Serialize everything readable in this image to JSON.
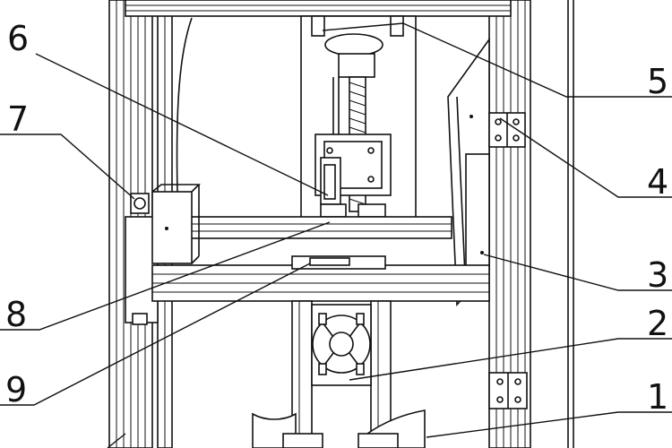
{
  "figure": {
    "callouts": [
      {
        "id": "1",
        "text": "1"
      },
      {
        "id": "2",
        "text": "2"
      },
      {
        "id": "3",
        "text": "3"
      },
      {
        "id": "4",
        "text": "4"
      },
      {
        "id": "5",
        "text": "5"
      },
      {
        "id": "6",
        "text": "6"
      },
      {
        "id": "7",
        "text": "7"
      },
      {
        "id": "8",
        "text": "8"
      },
      {
        "id": "9",
        "text": "9"
      }
    ]
  }
}
